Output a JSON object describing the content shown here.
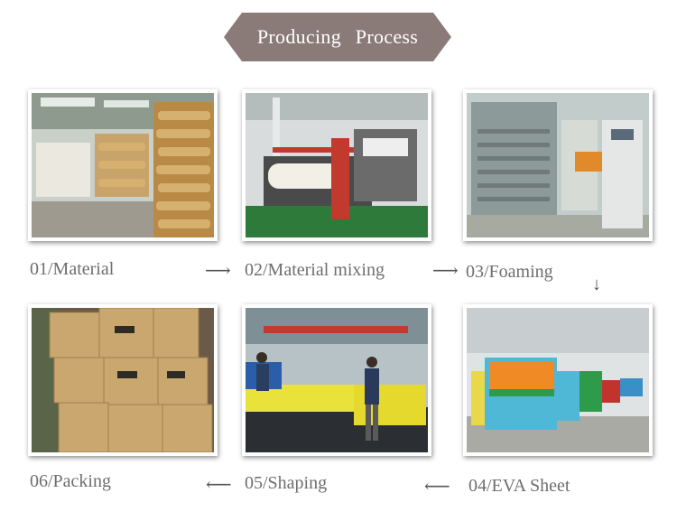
{
  "banner": {
    "title": "Producing Process",
    "color": "#8a7b78"
  },
  "steps": [
    {
      "label": "01/Material"
    },
    {
      "label": "02/Material mixing"
    },
    {
      "label": "03/Foaming"
    },
    {
      "label": "04/EVA Sheet"
    },
    {
      "label": "05/Shaping"
    },
    {
      "label": "06/Packing"
    }
  ],
  "arrows": {
    "right": "⟶",
    "left": "⟵",
    "down": "↓"
  }
}
